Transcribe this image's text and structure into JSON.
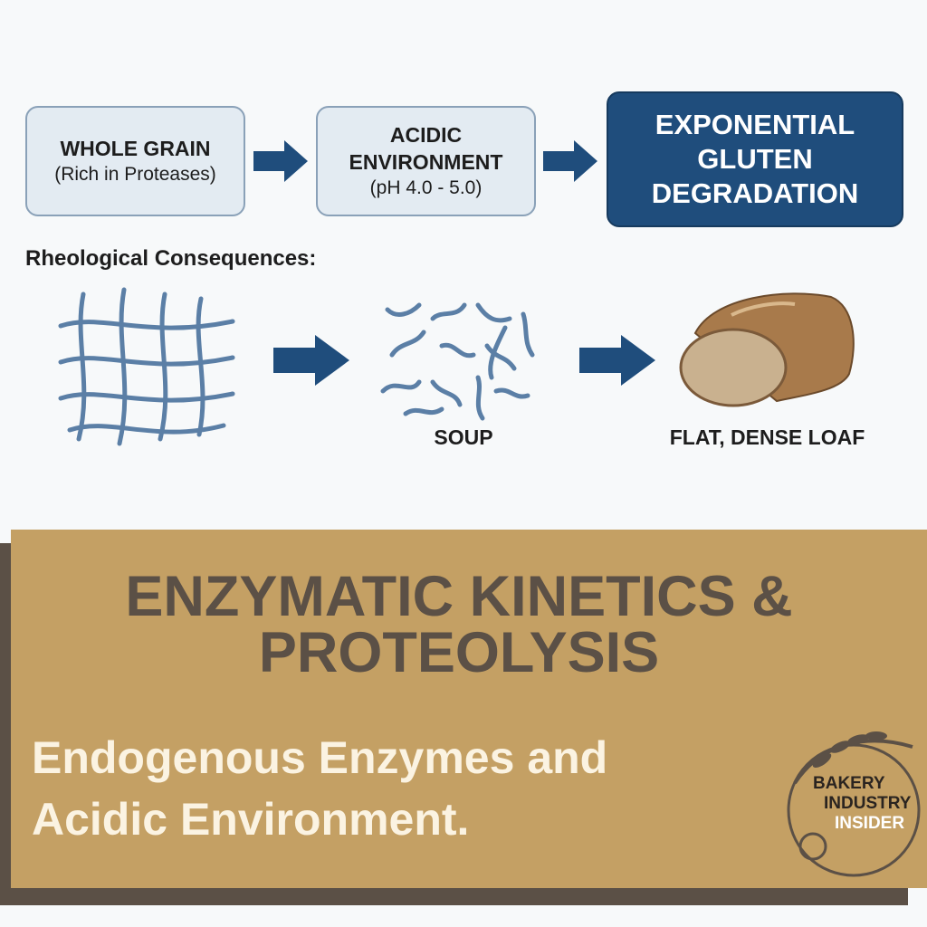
{
  "flow": {
    "step1": {
      "title": "WHOLE GRAIN",
      "subtitle": "(Rich in Proteases)"
    },
    "step2": {
      "title_line1": "ACIDIC",
      "title_line2": "ENVIRONMENT",
      "subtitle": "(pH 4.0 - 5.0)"
    },
    "step3": {
      "line1": "EXPONENTIAL",
      "line2": "GLUTEN",
      "line3": "DEGRADATION"
    }
  },
  "consequences": {
    "heading": "Rheological Consequences:",
    "soup_label": "SOUP",
    "loaf_label": "FLAT, DENSE LOAF"
  },
  "banner": {
    "title_line1": "ENZYMATIC KINETICS &",
    "title_line2": "PROTEOLYSIS",
    "subtitle_line1": "Endogenous Enzymes and",
    "subtitle_line2": "Acidic Environment."
  },
  "logo": {
    "line1": "BAKERY",
    "line2": "INDUSTRY",
    "line3": "INSIDER"
  },
  "colors": {
    "navy": "#1f4d7c",
    "tan": "#c4a064",
    "brown": "#5b5046",
    "cream": "#fbf3e2"
  }
}
